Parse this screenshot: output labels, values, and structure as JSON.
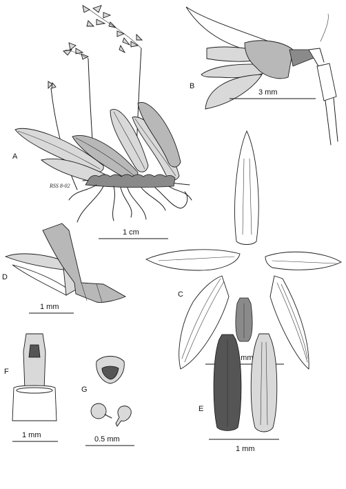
{
  "panels": {
    "a": {
      "letter": "A",
      "signature": "RSS 8-02",
      "scale": "1 cm"
    },
    "b": {
      "letter": "B",
      "scale": "3 mm"
    },
    "c": {
      "letter": "C",
      "scale": "3 mm"
    },
    "d": {
      "letter": "D",
      "scale": "1 mm"
    },
    "e": {
      "letter": "E",
      "scale": "1 mm"
    },
    "f": {
      "letter": "F",
      "scale": "1 mm"
    },
    "g": {
      "letter": "G",
      "scale": "0.5 mm"
    }
  }
}
